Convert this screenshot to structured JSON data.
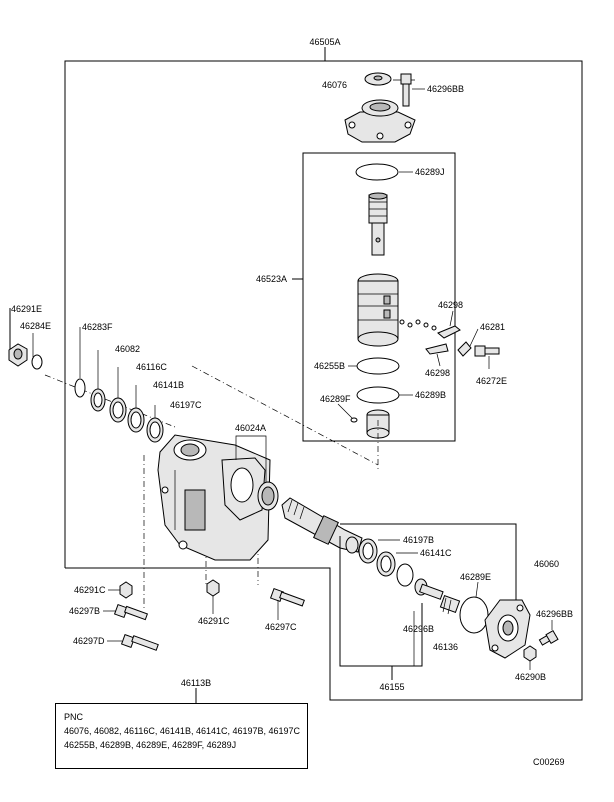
{
  "labels": {
    "l46505A": "46505A",
    "l46076": "46076",
    "l46296BB_top": "46296BB",
    "l46289J": "46289J",
    "l46523A": "46523A",
    "l46298_a": "46298",
    "l46281": "46281",
    "l46255B": "46255B",
    "l46298_b": "46298",
    "l46272E": "46272E",
    "l46289F": "46289F",
    "l46289B": "46289B",
    "l46291E": "46291E",
    "l46284E": "46284E",
    "l46283F": "46283F",
    "l46082": "46082",
    "l46116C": "46116C",
    "l46141B": "46141B",
    "l46197C": "46197C",
    "l46024A": "46024A",
    "l46197B": "46197B",
    "l46141C": "46141C",
    "l46060": "46060",
    "l46289E": "46289E",
    "l46296BB_bot": "46296BB",
    "l46296B": "46296B",
    "l46136": "46136",
    "l46290B": "46290B",
    "l46155": "46155",
    "l46291C_a": "46291C",
    "l46297B": "46297B",
    "l46291C_b": "46291C",
    "l46297C": "46297C",
    "l46297D": "46297D",
    "l46113B": "46113B"
  },
  "pnc": {
    "title": "PNC",
    "line1": "46076, 46082, 46116C, 46141B, 46141C, 46197B, 46197C",
    "line2": "46255B, 46289B, 46289E, 46289F, 46289J"
  },
  "figure_code": "C00269"
}
